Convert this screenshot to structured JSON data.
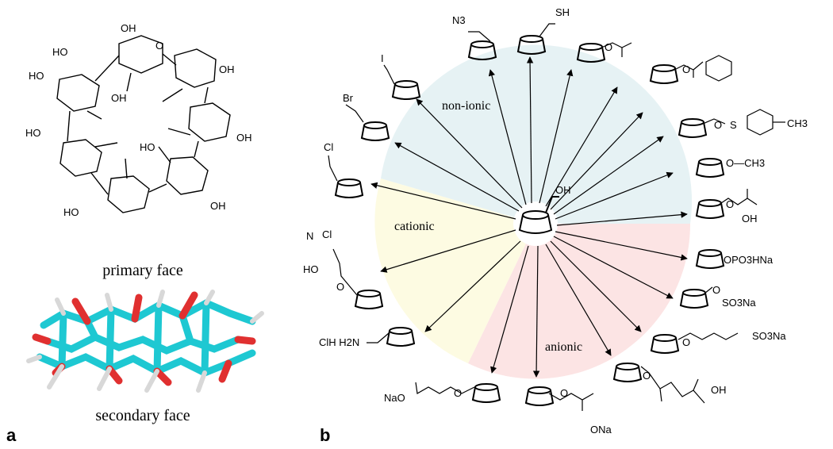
{
  "panel_a": {
    "label": "a",
    "primary_caption": "primary face",
    "secondary_caption": "secondary face",
    "ring_hydroxyls": [
      "OH",
      "HO",
      "HO",
      "OH",
      "HO",
      "OH",
      "OH",
      "HO",
      "HO",
      "OH"
    ],
    "ring_oxygen": "O"
  },
  "panel_b": {
    "label": "b",
    "center_group": "OH",
    "regions": {
      "nonionic": "non-ionic",
      "cationic": "cationic",
      "anionic": "anionic"
    },
    "region_colors": {
      "nonionic": "#e6f2f4",
      "cationic": "#fdfbe2",
      "anionic": "#fce4e4"
    },
    "substituents": {
      "n3": "N3",
      "sh": "SH",
      "acetate_o": "O",
      "benzoate_o": "O",
      "tosyl_o": "O",
      "tosyl_s": "S",
      "methyl_ch3": "CH3",
      "methoxy": "O—CH3",
      "hp_o": "O",
      "hp_oh": "OH",
      "phosphate": "OPO3HNa",
      "sulfate_o": "O",
      "sulfate": "SO3Na",
      "sbe_o": "O",
      "sbe": "SO3Na",
      "succ_o": "O",
      "succ_oh": "OH",
      "cm_o": "O",
      "cm_ona": "ONa",
      "cp_nao": "NaO",
      "cp_o": "O",
      "amine": "ClH H2N",
      "quat_n": "N",
      "quat_cl": "Cl",
      "quat_ho": "HO",
      "quat_o": "O",
      "cl": "Cl",
      "br": "Br",
      "i": "I"
    }
  }
}
